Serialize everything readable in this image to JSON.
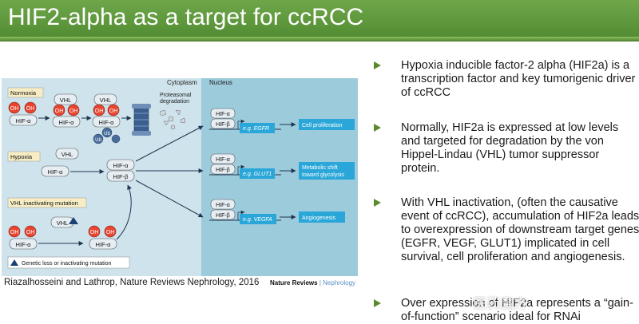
{
  "title": "HIF2-alpha as a target for ccRCC",
  "figure": {
    "cytoplasm_label": "Cytoplasm",
    "nucleus_label": "Nucleus",
    "normoxia_label": "Normoxia",
    "hypoxia_label": "Hypoxia",
    "vhl_mutation_label": "VHL inactivating mutation",
    "legend_text": "Genetic loss or inactivating mutation",
    "oh": "OH",
    "vhl": "VHL",
    "hif_a": "HIF-α",
    "hif_b": "HIF-β",
    "ub": "Ub",
    "proteasomal_degradation": [
      "Proteasomal",
      "degradation"
    ],
    "targets": [
      {
        "gene": "e.g. EGFR",
        "outcome": [
          "Cell proliferation"
        ]
      },
      {
        "gene": "e.g. GLUT1",
        "outcome": [
          "Metabolic shift",
          "toward glycolysis"
        ]
      },
      {
        "gene": "e.g. VEGFA",
        "outcome": [
          "Angiogenesis"
        ]
      }
    ],
    "colors": {
      "cytoplasm_bg": "#cfe3ec",
      "nucleus_bg": "#9ccbdc",
      "oh_fill": "#e8442f",
      "protein_fill": "#e6eef3",
      "outcome_fill": "#2aa7d8",
      "triangle": "#1b3f73"
    }
  },
  "citation": "Riazalhosseini and Lathrop, Nature Reviews Nephrology, 2016",
  "journal": {
    "name": "Nature Reviews",
    "separator": "|",
    "section": "Nephrology"
  },
  "bullets": [
    "Hypoxia inducible factor-2 alpha (HIF2a) is a transcription factor and key tumorigenic driver of ccRCC",
    "Normally, HIF2a is expressed at low levels and targeted for degradation by the von Hippel-Lindau (VHL) tumor suppressor protein.",
    "With VHL inactivation, (often the causative event of ccRCC), accumulation of HIF2a leads to overexpression of downstream target genes (EGFR, VEGF, GLUT1) implicated in cell survival, cell proliferation and angiogenesis.",
    "Over expression of HIF2a represents a “gain-of-function” scenario ideal for RNAi"
  ],
  "watermark": "医药魔方"
}
